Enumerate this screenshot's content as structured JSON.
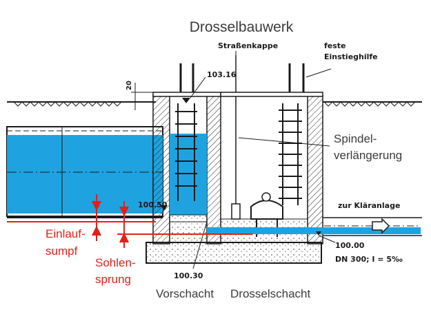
{
  "title": "Drosselbauwerk",
  "labels": {
    "strassenkappe": "Straßenkappe",
    "feste_einstieghilfe_1": "feste",
    "feste_einstieghilfe_2": "Einstieghilfe",
    "spindel_1": "Spindel-",
    "spindel_2": "verlängerung",
    "zur_klaeranlage": "zur Kläranlage",
    "dim_20": "20",
    "level_103_16": "103.16",
    "level_100_50": "100.50",
    "level_100_00": "100.00",
    "level_100_30": "100.30",
    "pipe_spec": "DN 300; I = 5‰",
    "vorschacht": "Vorschacht",
    "drosselschacht": "Drosselschacht"
  },
  "red_labels": {
    "einlauf_1": "Einlauf-",
    "einlauf_2": "sumpf",
    "sohlen_1": "Sohlen-",
    "sohlen_2": "sprung"
  },
  "colors": {
    "water": "#1fa3e0",
    "ink": "#1a1a1a",
    "annotation_red": "#e0201a",
    "title_gray": "#3a3a3a"
  }
}
